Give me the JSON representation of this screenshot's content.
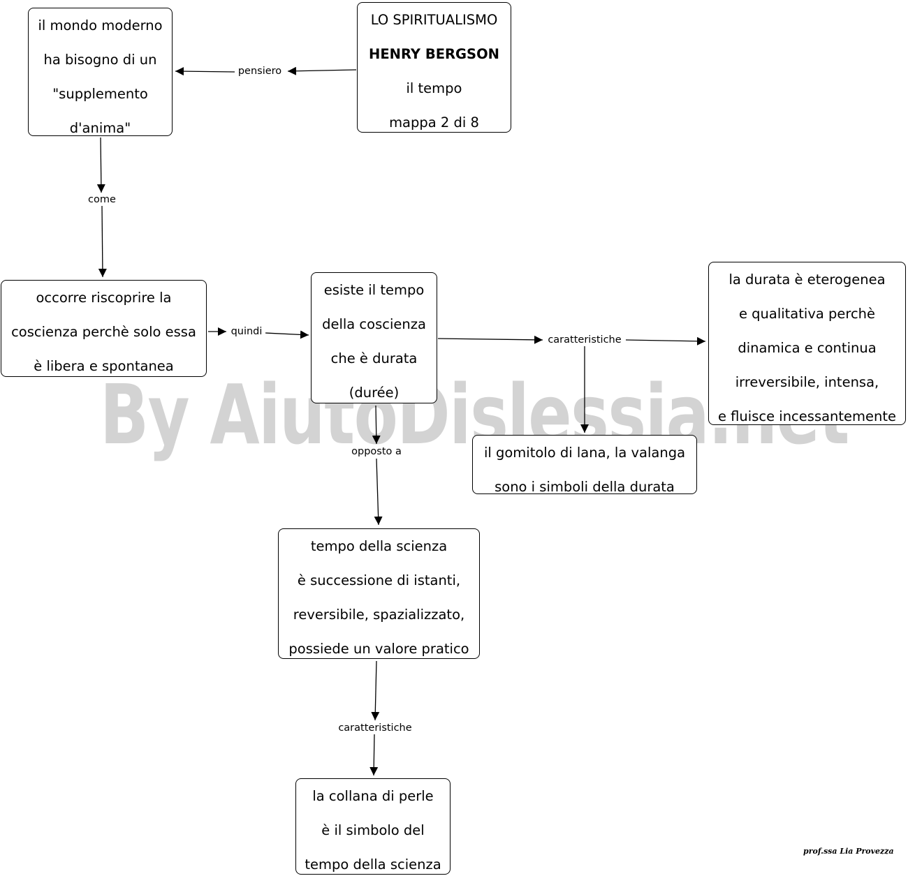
{
  "watermark": "By AiutoDislessia.net",
  "signature": "prof.ssa Lia Provezza",
  "nodes": {
    "title": [
      "LO SPIRITUALISMO",
      "HENRY BERGSON",
      "il tempo",
      "mappa 2 di 8"
    ],
    "mondo": [
      "il mondo moderno",
      "ha bisogno di un",
      "\"supplemento",
      "d'anima\""
    ],
    "coscienza": [
      "occorre riscoprire la",
      "coscienza perchè solo essa",
      "è libera e spontanea"
    ],
    "durata": [
      "esiste il tempo",
      "della coscienza",
      "che è durata",
      "(durée)"
    ],
    "caratt_durata": [
      "la durata è eterogenea",
      "e qualitativa perchè",
      "dinamica e continua",
      "irreversibile, intensa,",
      "e fluisce incessantemente"
    ],
    "gomitolo": [
      "il gomitolo di lana, la valanga",
      "sono i simboli della durata"
    ],
    "scienza": [
      "tempo della scienza",
      "è successione di istanti,",
      "reversibile, spazializzato,",
      "possiede un valore pratico"
    ],
    "collana": [
      "la collana di perle",
      "è il simbolo del",
      "tempo della scienza"
    ]
  },
  "links": {
    "pensiero": "pensiero",
    "come": "come",
    "quindi": "quindi",
    "caratteristiche_1": "caratteristiche",
    "opposto_a": "opposto a",
    "caratteristiche_2": "caratteristiche"
  }
}
